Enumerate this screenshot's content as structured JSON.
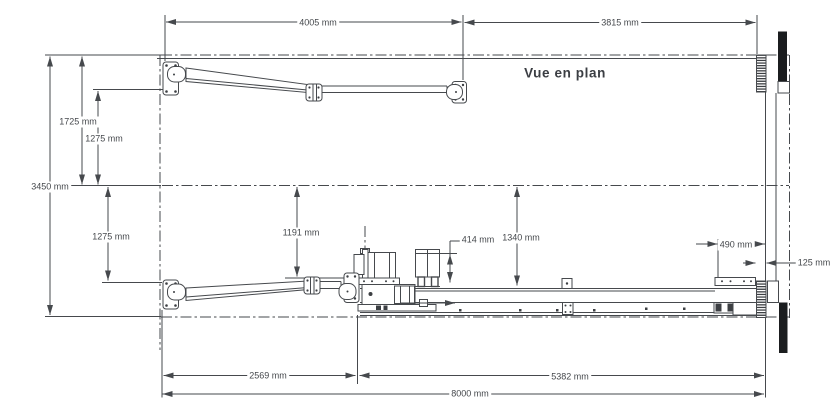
{
  "drawing": {
    "view_label": "Vue en plan",
    "unit": "mm",
    "dimensions": {
      "top_span_left": "4005 mm",
      "top_span_right": "3815 mm",
      "left_upper": "1725 mm",
      "left_upper_inner": "1275 mm",
      "left_total": "3450 mm",
      "left_lower_inner": "1275 mm",
      "mid_arm_offset": "1191 mm",
      "mid_rail_offset": "1340 mm",
      "cabinet_height": "414 mm",
      "end_offset": "490 mm",
      "rack_gap": "125 mm",
      "bottom_span_left": "2569 mm",
      "bottom_span_right": "5382 mm",
      "bottom_total": "8000 mm"
    },
    "colors": {
      "line": "#46494d",
      "ink": "#1b1d1f",
      "background": "#ffffff"
    }
  }
}
